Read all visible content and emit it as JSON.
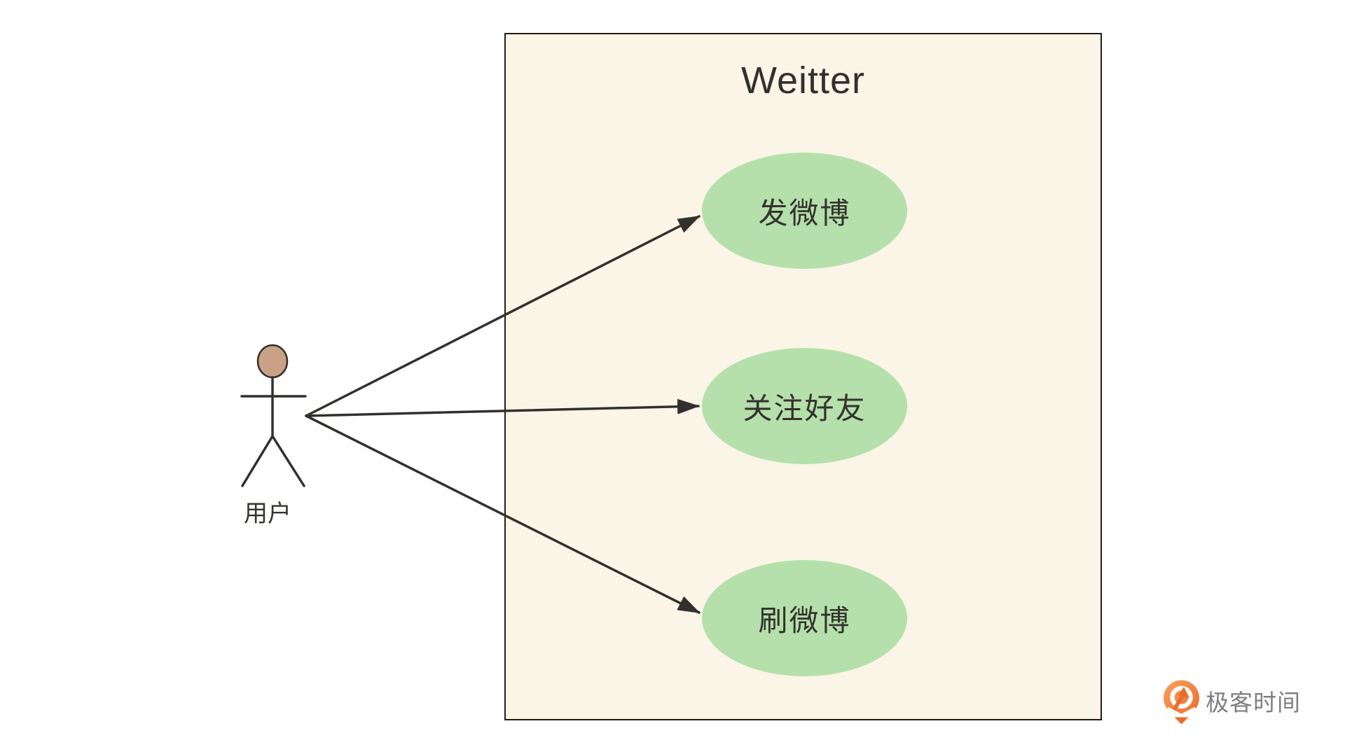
{
  "diagram": {
    "type": "uml-use-case",
    "title": "Weitter",
    "actor": {
      "label": "用户"
    },
    "use_cases": [
      {
        "label": "发微博"
      },
      {
        "label": "关注好友"
      },
      {
        "label": "刷微博"
      }
    ],
    "relations": [
      {
        "from": "用户",
        "to": "发微博",
        "style": "arrow"
      },
      {
        "from": "用户",
        "to": "关注好友",
        "style": "arrow"
      },
      {
        "from": "用户",
        "to": "刷微博",
        "style": "arrow"
      }
    ]
  },
  "branding": {
    "logo_text": "极客时间",
    "logo_icon": "geektime-logo-icon"
  },
  "colors": {
    "line": "#32302D",
    "boundary_fill": "#FAF5E6",
    "boundary_border": "#1E1C19",
    "ellipse_fill": "#B5E0AB",
    "text_dark": "#34332E",
    "actor_head": "#C9A285",
    "logo_orange": "#EC6D2B",
    "logo_orange_light": "#F9A15C",
    "logo_text": "#7E7E7E",
    "page_bg": "#FFFFFF"
  }
}
